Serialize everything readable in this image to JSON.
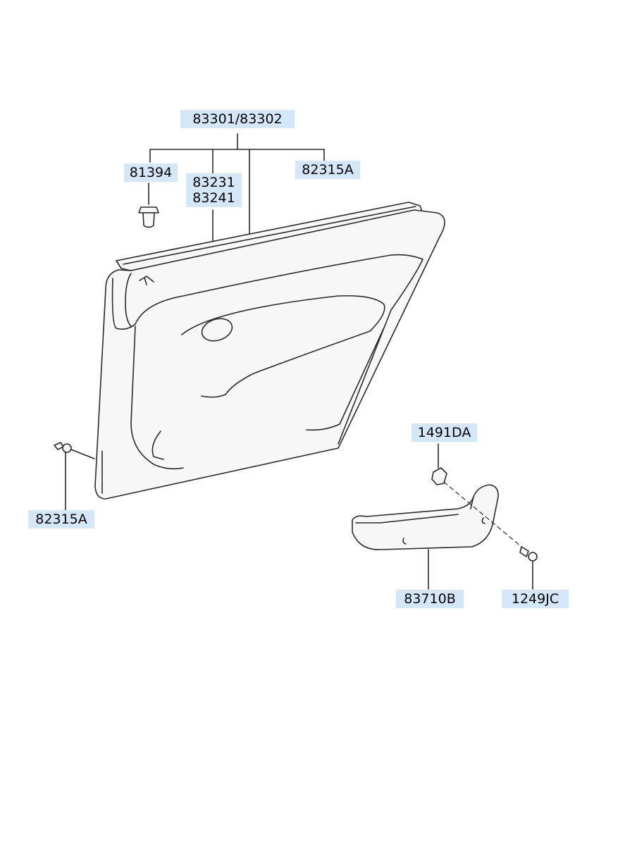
{
  "callouts": {
    "panel_assy": "83301/83302",
    "clip_top": "81394",
    "weatherstrip_a": "83231",
    "weatherstrip_b": "83241",
    "fastener_right": "82315A",
    "nut": "1491DA",
    "fastener_left": "82315A",
    "handle": "83710B",
    "screw": "1249JC"
  },
  "colors": {
    "callout_bg": "#d4e7f8",
    "line": "#2a2a2a",
    "fill": "#f7f7f7"
  }
}
